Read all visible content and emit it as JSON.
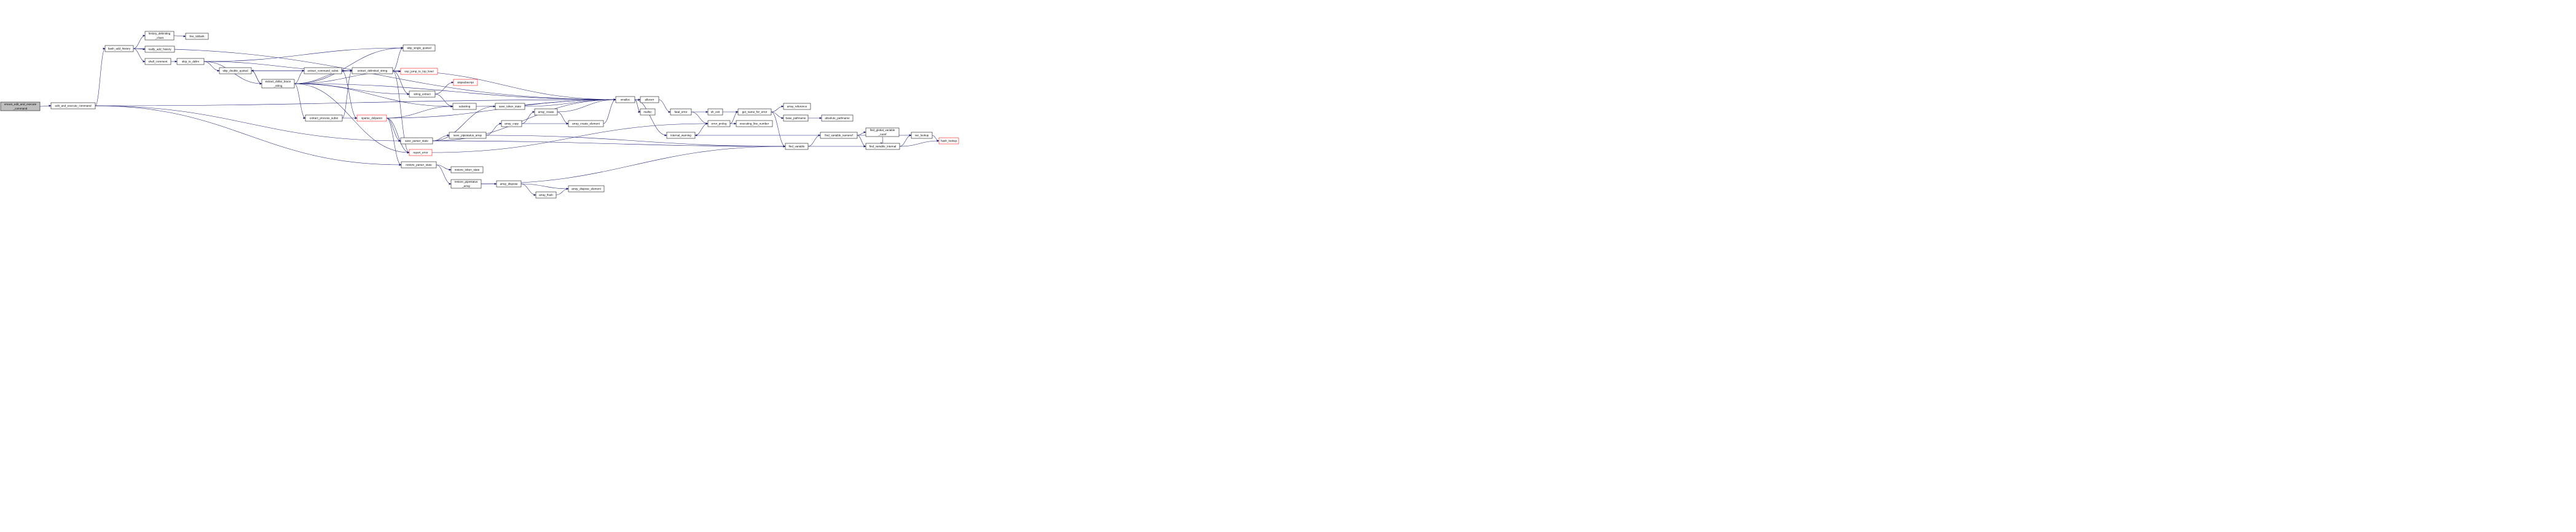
{
  "graph": {
    "nodes": [
      {
        "id": "emacs",
        "lines": [
          "emacs_edit_and_execute",
          "_command"
        ],
        "root": true
      },
      {
        "id": "edit_and_execute_command",
        "lines": [
          "edit_and_execute_command"
        ]
      },
      {
        "id": "bash_add_history",
        "lines": [
          "bash_add_history"
        ]
      },
      {
        "id": "history_delimiting_chars",
        "lines": [
          "history_delimiting",
          "_chars"
        ]
      },
      {
        "id": "line_isblank",
        "lines": [
          "line_isblank"
        ]
      },
      {
        "id": "really_add_history",
        "lines": [
          "really_add_history"
        ]
      },
      {
        "id": "shell_comment",
        "lines": [
          "shell_comment"
        ]
      },
      {
        "id": "skip_to_delim",
        "lines": [
          "skip_to_delim"
        ]
      },
      {
        "id": "skip_double_quoted",
        "lines": [
          "skip_double_quoted"
        ]
      },
      {
        "id": "extract_dollar_brace_string",
        "lines": [
          "extract_dollar_brace",
          "_string"
        ]
      },
      {
        "id": "extract_command_subst",
        "lines": [
          "extract_command_subst"
        ]
      },
      {
        "id": "extract_delimited_string",
        "lines": [
          "extract_delimited_string"
        ]
      },
      {
        "id": "skip_single_quoted",
        "lines": [
          "skip_single_quoted"
        ]
      },
      {
        "id": "exp_jump_to_top_level",
        "lines": [
          "exp_jump_to_top_level"
        ],
        "red": true
      },
      {
        "id": "skipsubscript",
        "lines": [
          "skipsubscript"
        ],
        "red": true
      },
      {
        "id": "string_extract",
        "lines": [
          "string_extract"
        ]
      },
      {
        "id": "substring",
        "lines": [
          "substring"
        ]
      },
      {
        "id": "extract_process_subst",
        "lines": [
          "extract_process_subst"
        ]
      },
      {
        "id": "xparse_dolparen",
        "lines": [
          "xparse_dolparen"
        ],
        "red": true
      },
      {
        "id": "save_parser_state",
        "lines": [
          "save_parser_state"
        ]
      },
      {
        "id": "report_error",
        "lines": [
          "report_error"
        ],
        "red": true
      },
      {
        "id": "restore_parser_state",
        "lines": [
          "restore_parser_state"
        ]
      },
      {
        "id": "save_token_state",
        "lines": [
          "save_token_state"
        ]
      },
      {
        "id": "save_pipestatus_array",
        "lines": [
          "save_pipestatus_array"
        ]
      },
      {
        "id": "array_copy",
        "lines": [
          "array_copy"
        ]
      },
      {
        "id": "array_create",
        "lines": [
          "array_create"
        ]
      },
      {
        "id": "array_create_element",
        "lines": [
          "array_create_element"
        ]
      },
      {
        "id": "restore_token_state",
        "lines": [
          "restore_token_state"
        ]
      },
      {
        "id": "restore_pipestatus_array",
        "lines": [
          "restore_pipestatus",
          "_array"
        ]
      },
      {
        "id": "array_dispose",
        "lines": [
          "array_dispose"
        ]
      },
      {
        "id": "array_flush",
        "lines": [
          "array_flush"
        ]
      },
      {
        "id": "array_dispose_element",
        "lines": [
          "array_dispose_element"
        ]
      },
      {
        "id": "xmalloc",
        "lines": [
          "xmalloc"
        ]
      },
      {
        "id": "allocerr",
        "lines": [
          "allocerr"
        ]
      },
      {
        "id": "malloc",
        "lines": [
          "malloc"
        ]
      },
      {
        "id": "internal_warning",
        "lines": [
          "internal_warning"
        ]
      },
      {
        "id": "fatal_error",
        "lines": [
          "fatal_error"
        ]
      },
      {
        "id": "sh_exit",
        "lines": [
          "sh_exit"
        ]
      },
      {
        "id": "error_prolog",
        "lines": [
          "error_prolog"
        ]
      },
      {
        "id": "executing_line_number",
        "lines": [
          "executing_line_number"
        ]
      },
      {
        "id": "get_name_for_error",
        "lines": [
          "get_name_for_error"
        ]
      },
      {
        "id": "array_reference",
        "lines": [
          "array_reference"
        ]
      },
      {
        "id": "base_pathname",
        "lines": [
          "base_pathname"
        ]
      },
      {
        "id": "absolute_pathname",
        "lines": [
          "absolute_pathname"
        ]
      },
      {
        "id": "find_variable",
        "lines": [
          "find_variable"
        ]
      },
      {
        "id": "find_variable_nameref",
        "lines": [
          "find_variable_nameref"
        ]
      },
      {
        "id": "find_global_variable_noref",
        "lines": [
          "find_global_variable",
          "_noref"
        ]
      },
      {
        "id": "find_variable_internal",
        "lines": [
          "find_variable_internal"
        ]
      },
      {
        "id": "var_lookup",
        "lines": [
          "var_lookup"
        ]
      },
      {
        "id": "hash_lookup",
        "lines": [
          "hash_lookup"
        ],
        "red": true
      }
    ],
    "edges": [
      [
        "emacs",
        "edit_and_execute_command"
      ],
      [
        "edit_and_execute_command",
        "bash_add_history"
      ],
      [
        "edit_and_execute_command",
        "xmalloc"
      ],
      [
        "edit_and_execute_command",
        "save_parser_state"
      ],
      [
        "edit_and_execute_command",
        "restore_parser_state"
      ],
      [
        "bash_add_history",
        "history_delimiting_chars"
      ],
      [
        "bash_add_history",
        "really_add_history"
      ],
      [
        "bash_add_history",
        "shell_comment"
      ],
      [
        "bash_add_history",
        "xmalloc"
      ],
      [
        "history_delimiting_chars",
        "line_isblank"
      ],
      [
        "shell_comment",
        "skip_to_delim"
      ],
      [
        "skip_to_delim",
        "skip_double_quoted"
      ],
      [
        "skip_to_delim",
        "extract_dollar_brace_string"
      ],
      [
        "skip_to_delim",
        "skip_single_quoted"
      ],
      [
        "skip_to_delim",
        "extract_delimited_string"
      ],
      [
        "skip_double_quoted",
        "extract_dollar_brace_string"
      ],
      [
        "skip_double_quoted",
        "extract_command_subst"
      ],
      [
        "extract_dollar_brace_string",
        "skip_double_quoted"
      ],
      [
        "extract_dollar_brace_string",
        "extract_command_subst"
      ],
      [
        "extract_dollar_brace_string",
        "extract_delimited_string"
      ],
      [
        "extract_dollar_brace_string",
        "skip_single_quoted"
      ],
      [
        "extract_dollar_brace_string",
        "exp_jump_to_top_level"
      ],
      [
        "extract_dollar_brace_string",
        "string_extract"
      ],
      [
        "extract_dollar_brace_string",
        "substring"
      ],
      [
        "extract_dollar_brace_string",
        "extract_process_subst"
      ],
      [
        "extract_dollar_brace_string",
        "report_error"
      ],
      [
        "extract_dollar_brace_string",
        "xmalloc"
      ],
      [
        "extract_command_subst",
        "extract_delimited_string"
      ],
      [
        "extract_command_subst",
        "xparse_dolparen"
      ],
      [
        "extract_delimited_string",
        "skip_single_quoted"
      ],
      [
        "extract_delimited_string",
        "skip_double_quoted"
      ],
      [
        "extract_delimited_string",
        "extract_command_subst"
      ],
      [
        "extract_delimited_string",
        "exp_jump_to_top_level"
      ],
      [
        "extract_delimited_string",
        "string_extract"
      ],
      [
        "extract_delimited_string",
        "xmalloc"
      ],
      [
        "extract_delimited_string",
        "report_error"
      ],
      [
        "string_extract",
        "skipsubscript"
      ],
      [
        "string_extract",
        "substring"
      ],
      [
        "extract_process_subst",
        "extract_delimited_string"
      ],
      [
        "extract_process_subst",
        "xparse_dolparen"
      ],
      [
        "xparse_dolparen",
        "substring"
      ],
      [
        "xparse_dolparen",
        "save_parser_state"
      ],
      [
        "xparse_dolparen",
        "report_error"
      ],
      [
        "xparse_dolparen",
        "restore_parser_state"
      ],
      [
        "xparse_dolparen",
        "xmalloc"
      ],
      [
        "substring",
        "xmalloc"
      ],
      [
        "save_parser_state",
        "save_token_state"
      ],
      [
        "save_parser_state",
        "save_pipestatus_array"
      ],
      [
        "save_parser_state",
        "xmalloc"
      ],
      [
        "save_parser_state",
        "find_variable"
      ],
      [
        "save_token_state",
        "xmalloc"
      ],
      [
        "save_pipestatus_array",
        "array_copy"
      ],
      [
        "save_pipestatus_array",
        "find_variable"
      ],
      [
        "array_copy",
        "array_create"
      ],
      [
        "array_copy",
        "array_create_element"
      ],
      [
        "array_create",
        "array_create_element"
      ],
      [
        "array_create",
        "xmalloc"
      ],
      [
        "array_create_element",
        "xmalloc"
      ],
      [
        "restore_parser_state",
        "restore_token_state"
      ],
      [
        "restore_parser_state",
        "restore_pipestatus_array"
      ],
      [
        "restore_pipestatus_array",
        "array_dispose"
      ],
      [
        "restore_pipestatus_array",
        "find_variable"
      ],
      [
        "array_dispose",
        "array_flush"
      ],
      [
        "array_dispose",
        "array_dispose_element"
      ],
      [
        "array_flush",
        "array_dispose_element"
      ],
      [
        "report_error",
        "error_prolog"
      ],
      [
        "xmalloc",
        "allocerr"
      ],
      [
        "xmalloc",
        "malloc"
      ],
      [
        "xmalloc",
        "internal_warning"
      ],
      [
        "allocerr",
        "fatal_error"
      ],
      [
        "fatal_error",
        "sh_exit"
      ],
      [
        "fatal_error",
        "error_prolog"
      ],
      [
        "internal_warning",
        "error_prolog"
      ],
      [
        "error_prolog",
        "get_name_for_error"
      ],
      [
        "error_prolog",
        "executing_line_number"
      ],
      [
        "sh_exit",
        "get_name_for_error"
      ],
      [
        "get_name_for_error",
        "array_reference"
      ],
      [
        "get_name_for_error",
        "base_pathname"
      ],
      [
        "get_name_for_error",
        "find_variable"
      ],
      [
        "base_pathname",
        "absolute_pathname"
      ],
      [
        "find_variable",
        "find_variable_nameref"
      ],
      [
        "find_variable",
        "find_variable_internal"
      ],
      [
        "find_variable_nameref",
        "internal_warning"
      ],
      [
        "find_variable_nameref",
        "find_global_variable_noref"
      ],
      [
        "find_variable_nameref",
        "find_variable_internal"
      ],
      [
        "find_variable_nameref",
        "var_lookup"
      ],
      [
        "find_global_variable_noref",
        "find_variable_internal"
      ],
      [
        "find_variable_internal",
        "var_lookup"
      ],
      [
        "find_variable_internal",
        "hash_lookup"
      ],
      [
        "var_lookup",
        "hash_lookup"
      ]
    ]
  }
}
